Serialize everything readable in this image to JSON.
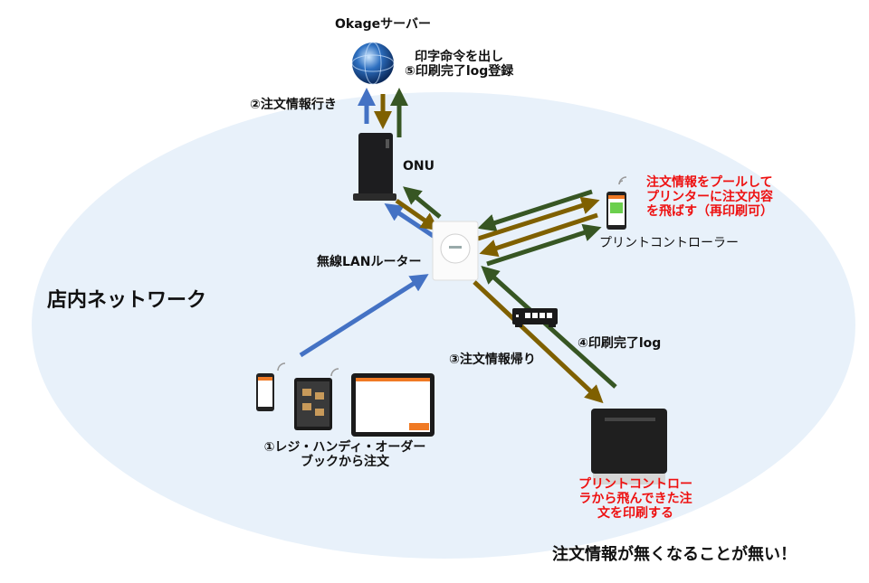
{
  "diagram": {
    "network_area_label": "店内ネットワーク",
    "server": {
      "label": "Okageサーバー",
      "note_line1": "印字命令を出し",
      "note_line2": "⑤印刷完了log登録"
    },
    "onu": {
      "label": "ONU"
    },
    "router": {
      "label": "無線LANルーター"
    },
    "print_controller": {
      "label": "プリントコントローラー",
      "note_lines": [
        "注文情報をプールして",
        "プリンターに注文内容",
        "を飛ばす（再印刷可）"
      ]
    },
    "order_devices": {
      "label_line1": "①レジ・ハンディ・オーダー",
      "label_line2": "ブックから注文"
    },
    "printer": {
      "note_lines": [
        "プリントコントロー",
        "ラから飛んできた注",
        "文を印刷する"
      ]
    },
    "steps": {
      "step2": "②注文情報行き",
      "step3": "③注文情報帰り",
      "step4": "④印刷完了log"
    },
    "footer": "注文情報が無くなることが無い！",
    "colors": {
      "area_fill": "#e8f1fa",
      "blue_arrow": "#4472c4",
      "brown_arrow": "#7f6000",
      "green_arrow": "#375623",
      "note_red": "#ee1111"
    }
  }
}
